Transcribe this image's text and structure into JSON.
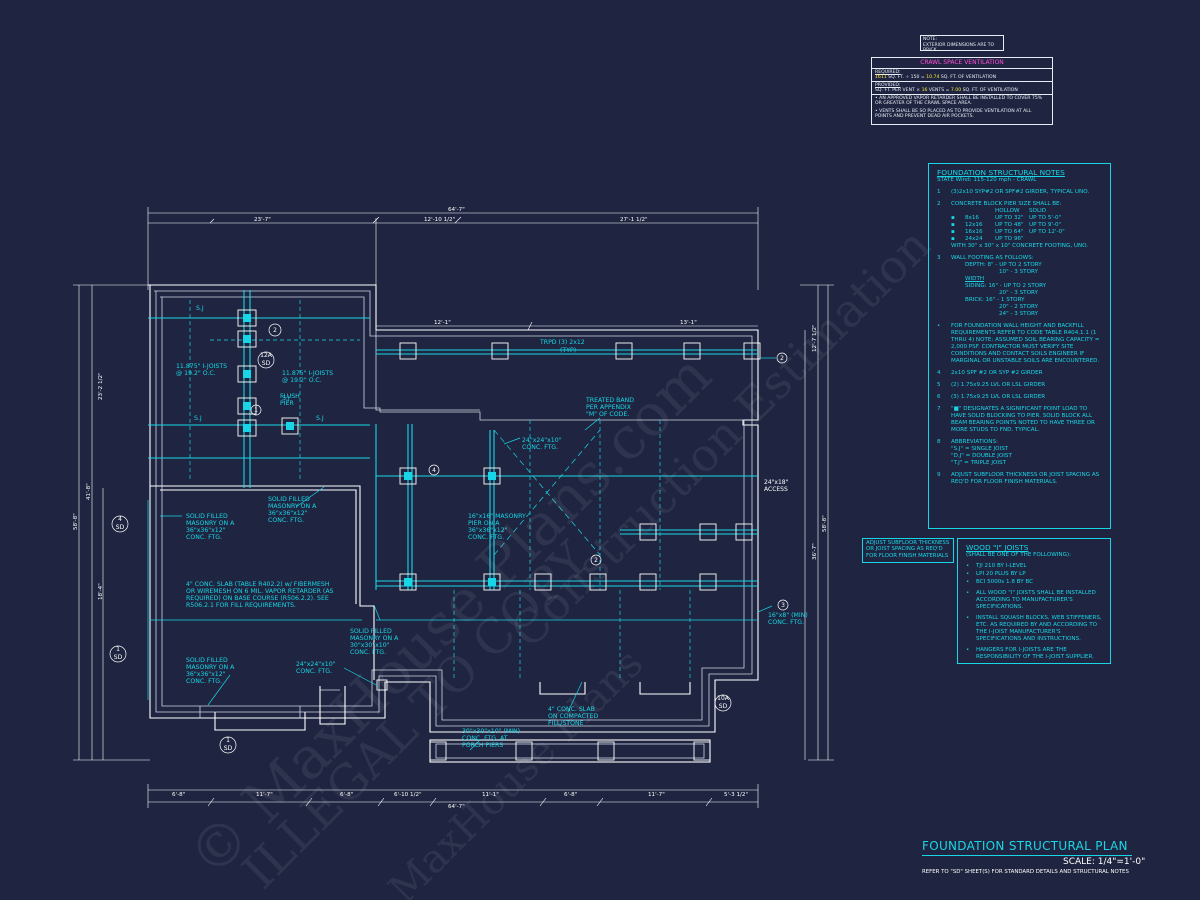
{
  "top_note": {
    "line1": "NOTE:",
    "line2": "EXTERIOR DIMENSIONS ARE TO BRICK."
  },
  "crawl_space_ventilation": {
    "title": "CRAWL SPACE VENTILATION",
    "required_label": "REQUIRED:",
    "required_line": "SQ. FT. ÷ 150 =",
    "required_value_1": "1611",
    "required_value_2": "10.74",
    "required_tail": "SQ. FT. OF VENTILATION",
    "provided_label": "PROVIDED:",
    "provided_line": "SQ. FT. PER VENT ×",
    "provided_value_1": "16",
    "provided_mid": "VENTS =",
    "provided_value_2": "7.00",
    "provided_tail": "SQ. FT. OF VENTILATION",
    "bullet_1": "AN APPROVED VAPOR RETARDER SHALL BE INSTALLED TO COVER 75% OR GREATER OF THE CRAWL SPACE AREA.",
    "bullet_2": "VENTS SHALL BE SO PLACED AS TO PROVIDE VENTILATION AT ALL POINTS AND PREVENT DEAD AIR POCKETS."
  },
  "structural_notes": {
    "title": "FOUNDATION STRUCTURAL NOTES",
    "wind": "STATE Wind: 115-120 mph - CRAWL",
    "n1": "(3)2x10 SYP#2 OR SPF#2 GIRDER, TYPICAL UNO.",
    "n2": "CONCRETE BLOCK PIER SIZE SHALL BE:",
    "pier_head": [
      "",
      "HOLLOW",
      "SOLID"
    ],
    "pier_rows": [
      [
        "8x16",
        "UP TO 32\"",
        "UP TO 5'-0\""
      ],
      [
        "12x16",
        "UP TO 48\"",
        "UP TO 9'-0\""
      ],
      [
        "16x16",
        "UP TO 64\"",
        "UP TO 12'-0\""
      ],
      [
        "24x24",
        "UP TO 96\"",
        ""
      ]
    ],
    "n2_tail": "WITH 30\" x 30\" x 10\" CONCRETE FOOTING, UNO.",
    "n3": "WALL FOOTING AS FOLLOWS:",
    "n3_depth": "DEPTH:   8\" - UP TO 2 STORY",
    "n3_depth2": "10\" - 3 STORY",
    "n3_width": "WIDTH",
    "n3_siding": "SIDING:   16\" - UP TO 2 STORY",
    "n3_siding2": "20\" - 3 STORY",
    "n3_brick": "BRICK:   16\" - 1 STORY",
    "n3_brick2": "20\" - 2 STORY",
    "n3_brick3": "24\" - 3 STORY",
    "n_bullet": "FOR FOUNDATION WALL HEIGHT AND BACKFILL REQUIREMENTS REFER TO CODE TABLE R404.1.1 (1 THRU 4) NOTE: ASSUMED SOIL BEARING CAPACITY = 2,000 PSF. CONTRACTOR MUST VERIFY SITE CONDITIONS AND CONTACT SOILS ENGINEER IF MARGINAL OR UNSTABLE SOILS ARE ENCOUNTERED.",
    "n4": "2x10 SPF #2 OR SYP #2 GIRDER",
    "n5": "(2) 1.75x9.25 LVL OR LSL GIRDER",
    "n6": "(3) 1.75x9.25 LVL OR LSL GIRDER",
    "n7": "\"■\" DESIGNATES A SIGNIFICANT POINT LOAD TO HAVE SOLID BLOCKING TO PIER. SOLID BLOCK ALL BEAM BEARING POINTS NOTED TO HAVE THREE OR MORE STUDS TO FND. TYPICAL.",
    "n8": "ABBREVIATIONS:",
    "n8_a": "\"S.J\" = SINGLE JOIST",
    "n8_b": "\"D.J\" = DOUBLE JOIST",
    "n8_c": "\"T.J\" = TRIPLE JOIST",
    "n9": "ADJUST SUBFLOOR THICKNESS OR JOIST SPACING AS REQ'D FOR FLOOR FINISH MATERIALS."
  },
  "adjust_note": "ADJUST SUBFLOOR THICKNESS OR JOIST SPACING AS REQ'D FOR FLOOR FINISH MATERIALS",
  "wood_joists": {
    "title": "WOOD \"I\" JOISTS",
    "intro": "(SHALL BE ONE OF THE FOLLOWING):",
    "opt1": "TJI 210 BY I-LEVEL",
    "opt2": "LPI 20 PLUS BY LP",
    "opt3": "BCI 5000s 1.8 BY BC",
    "b1": "ALL WOOD \"I\" JOISTS SHALL BE INSTALLED ACCORDING TO MANUFACTURER'S SPECIFICATIONS.",
    "b2": "INSTALL SQUASH BLOCKS, WEB STIFFENERS, ETC. AS REQUIRED BY AND ACCORDING TO THE I-JOIST MANUFACTURER'S SPECIFICATIONS AND INSTRUCTIONS.",
    "b3": "HANGERS FOR I-JOISTS ARE THE RESPONSIBILITY OF THE I-JOIST SUPPLIER."
  },
  "plan": {
    "dim_overall_top": "64'-7\"",
    "dim_top_1": "23'-7\"",
    "dim_top_2": "12'-10 1/2\"",
    "dim_top_3": "27'-1 1/2\"",
    "dim_mid_1": "12'-1\"",
    "dim_mid_2": "13'-1\"",
    "dim_left_overall": "41'-8\"",
    "dim_left_2": "58'-8\"",
    "dim_left_3": "23'-2 1/2\"",
    "dim_left_4": "18'-4\"",
    "dim_right_1": "58'-8\"",
    "dim_right_2": "36'-7\"",
    "dim_right_3": "12'-7 1/2\"",
    "dim_bottom_overall": "64'-7\"",
    "dim_bottom": [
      "6'-8\"",
      "11'-7\"",
      "6'-8\"",
      "6'-10 1/2\"",
      "11'-1\"",
      "6'-8\"",
      "11'-7\"",
      "5'-3 1/2\""
    ],
    "label_girder_top": "TRPD (3) 2x12",
    "label_girder_top_sub": "(TYP)",
    "label_band": "TREATED BAND\nPER APPENDIX\n\"M\" OF CODE.",
    "label_joists_1": "11.875\" I-JOISTS\n@ 19.2\" O.C.",
    "label_joists_2": "11.875\" I-JOISTS\n@ 19.2\" O.C.",
    "label_flush_pier": "FLUSH\nPIER",
    "label_footing_1": "24\"x24\"x10\"\nCONC. FTG.",
    "label_masonry_1": "SOLID FILLED\nMASONRY ON A\n36\"x36\"x12\"\nCONC. FTG.",
    "label_masonry_2": "SOLID FILLED\nMASONRY ON A\n36\"x36\"x12\"\nCONC. FTG.",
    "label_masonry_pier": "16\"x16\" MASONRY\nPIER ON A\n36\"x36\"x12\"\nCONC. FTG.",
    "label_slab": "4\" CONC. SLAB (TABLE R402.2) w/ FIBERMESH\nOR WIREMESH ON 6 MIL. VAPOR RETARDER (AS\nREQUIRED) ON BASE COURSE (R506.2.2). SEE\nR506.2.1 FOR FILL REQUIREMENTS.",
    "label_masonry_3": "SOLID FILLED\nMASONRY ON A\n36\"x36\"x12\"\nCONC. FTG.",
    "label_masonry_4": "SOLID FILLED\nMASONRY ON A\n30\"x30\"x10\"\nCONC. FTG.",
    "label_footing_2": "24\"x24\"x10\"\nCONC. FTG.",
    "label_porch": "30\"x30\"x10\" (MIN)\nCONC. FTG. AT\nPORCH PIERS",
    "label_porch_slab": "4\" CONC. SLAB\nON COMPACTED\nFILL/STONE",
    "label_right_ftg": "16\"x8\" (MIN)\nCONC. FTG.",
    "label_access": "24\"x18\"\nACCESS",
    "sj": "S.J",
    "tags": [
      "2",
      "1",
      "12A",
      "4",
      "2",
      "2",
      "3",
      "10A",
      "1",
      "4",
      "1"
    ],
    "tag_sd": "SD"
  },
  "title_block": {
    "title": "FOUNDATION STRUCTURAL PLAN",
    "scale": "SCALE: 1/4\"=1'-0\"",
    "ref": "REFER TO \"SD\" SHEET(S) FOR STANDARD DETAILS AND STRUCTURAL NOTES"
  },
  "watermark": {
    "line1": "© MaxHouse Plans.com",
    "line2": "ILLEGAL TO COPY",
    "line3": "Construction Estimation",
    "line4": "MaxHouse Plans"
  },
  "colors": {
    "background": "#1f2540",
    "accent": "#19d6e6",
    "line": "#ffffff",
    "highlight": "#ff4fd8",
    "yellow": "#ffeb3b"
  }
}
